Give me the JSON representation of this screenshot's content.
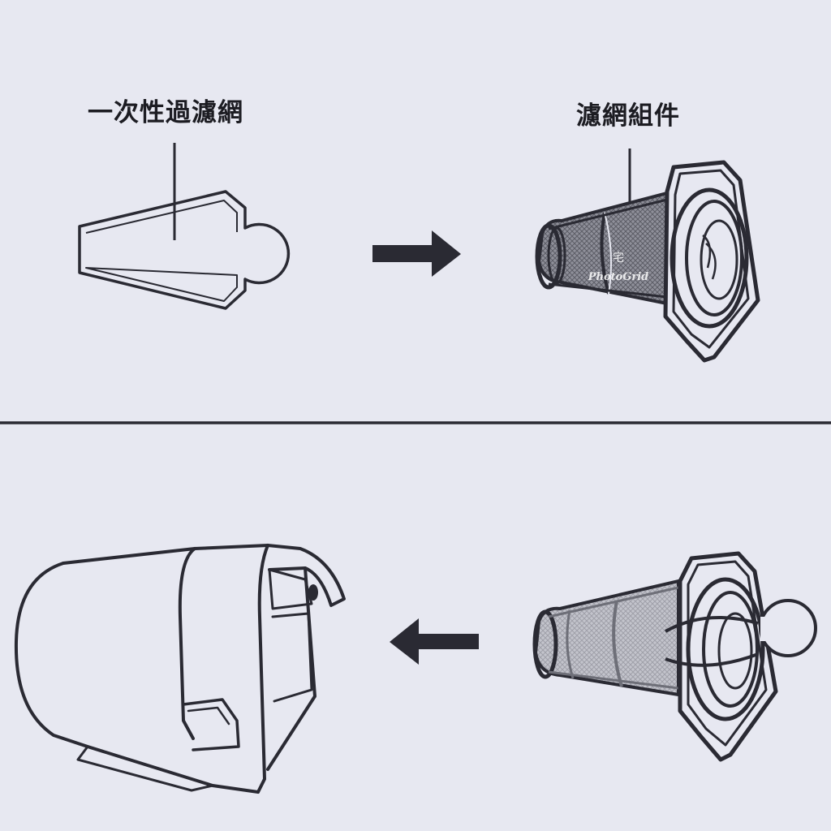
{
  "labels": {
    "disposable_filter": "一次性過濾網",
    "filter_assembly": "濾網組件"
  },
  "watermark": {
    "char": "宅",
    "brand": "PhotoGrid"
  },
  "colors": {
    "background": "#e7e8f1",
    "stroke": "#2a2a33",
    "mesh": "#6e6f78",
    "mesh_light": "#a7a8b1"
  }
}
